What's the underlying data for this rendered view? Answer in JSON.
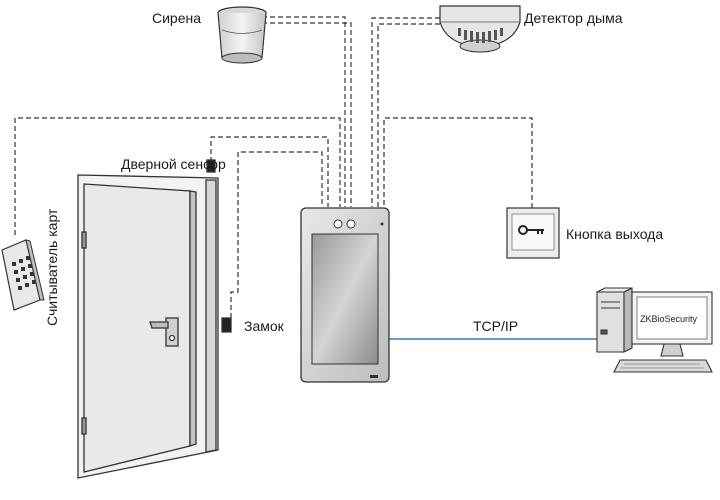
{
  "labels": {
    "siren": "Сирена",
    "smoke_detector": "Детектор дыма",
    "door_sensor": "Дверной сенсор",
    "card_reader": "Считыватель карт",
    "lock": "Замок",
    "exit_button": "Кнопка выхода",
    "network": "TCP/IP",
    "software": "ZKBioSecurity"
  },
  "colors": {
    "line": "#333333",
    "network_line": "#3a78b5",
    "device_gray": "#d9d9d9"
  }
}
